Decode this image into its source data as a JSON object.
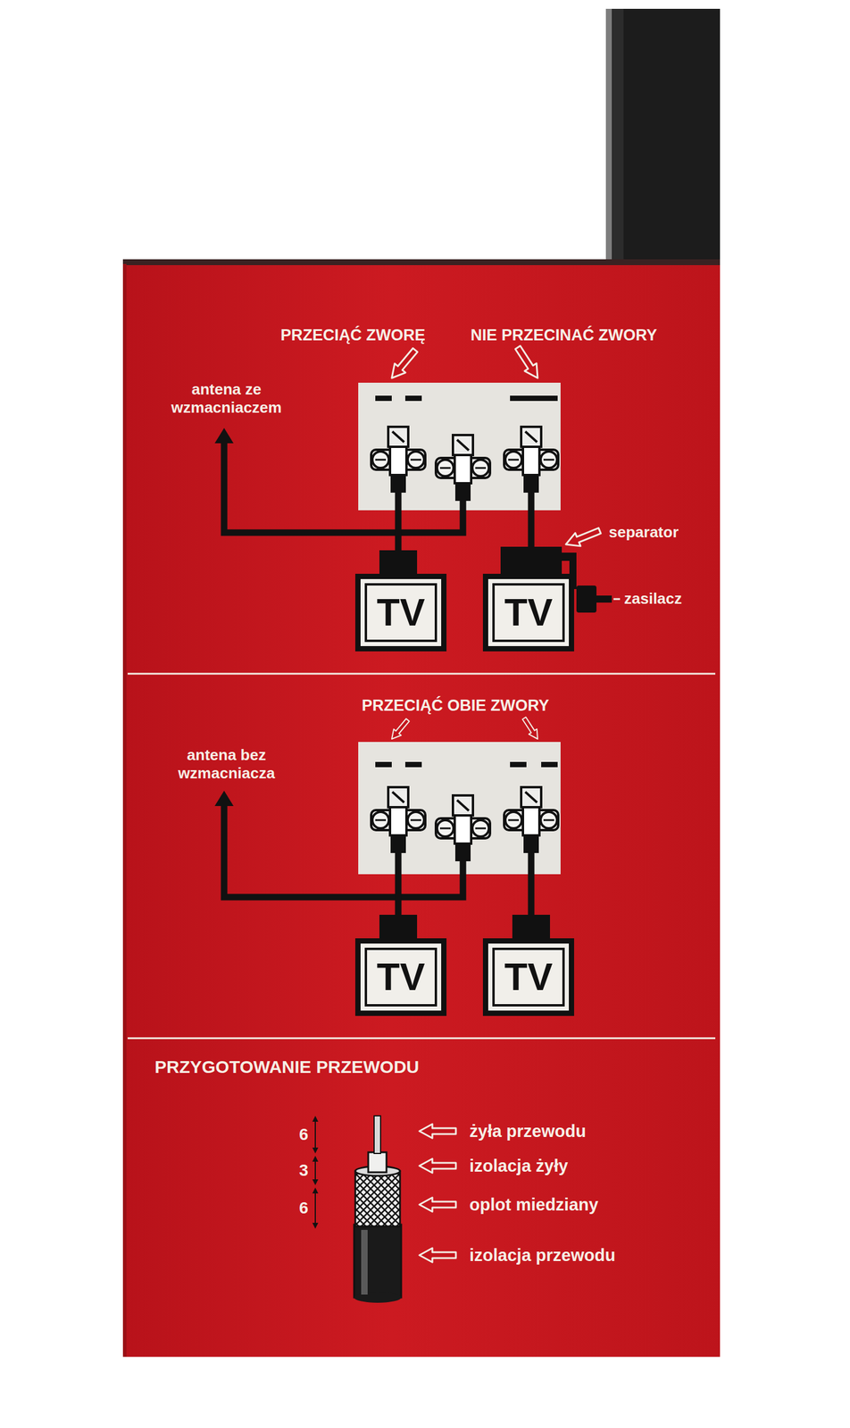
{
  "diagram": {
    "nodes": [
      {
        "text": [
          "TV"
        ]
      },
      {
        "text": [
          "TV"
        ]
      },
      {
        "text": [
          "TV"
        ]
      },
      {
        "text": [
          "TV"
        ]
      }
    ],
    "labels": [
      "PRZECIĄĆ ZWORĘ",
      "NIE PRZECINAĆ ZWORY",
      "antena ze wzmacniaczem",
      "separator",
      "zasilacz",
      "PRZECIĄĆ OBIE ZWORY",
      "antena bez wzmacniacza",
      "PRZYGOTOWANIE PRZEWODU",
      "6",
      "3",
      "6",
      "żyła przewodu",
      "izolacja żyły",
      "oplot miedziany",
      "izolacja przewodu"
    ]
  }
}
